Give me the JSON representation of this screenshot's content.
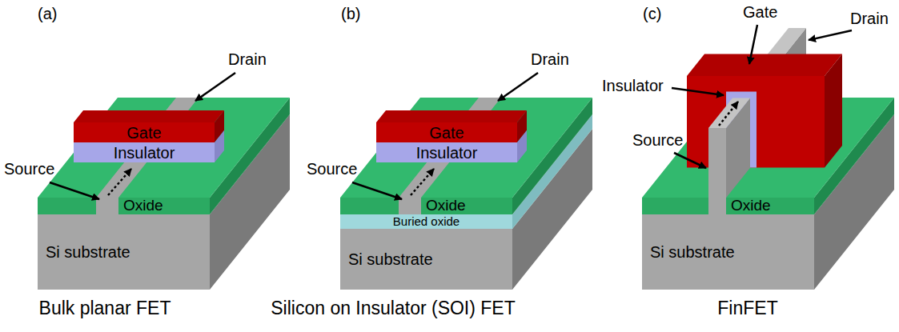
{
  "diagram": {
    "nodes": [
      {
        "text": [
          "Gate"
        ]
      },
      {
        "text": [
          "Insulator"
        ]
      },
      {
        "text": [
          "Oxide"
        ]
      },
      {
        "text": [
          "Si substrate"
        ]
      },
      {
        "text": [
          "Gate"
        ]
      },
      {
        "text": [
          "Insulator"
        ]
      },
      {
        "text": [
          "Oxide"
        ]
      },
      {
        "text": [
          "Buried oxide"
        ]
      },
      {
        "text": [
          "Si substrate"
        ]
      },
      {
        "text": [
          "Oxide"
        ]
      },
      {
        "text": [
          "Si substrate"
        ]
      }
    ],
    "labels": [
      "(a)",
      "Drain",
      "Source",
      "Bulk planar FET",
      "(b)",
      "Drain",
      "Source",
      "Silicon on Insulator (SOI) FET",
      "(c)",
      "Gate",
      "Drain",
      "Insulator",
      "Source",
      "FinFET"
    ]
  }
}
